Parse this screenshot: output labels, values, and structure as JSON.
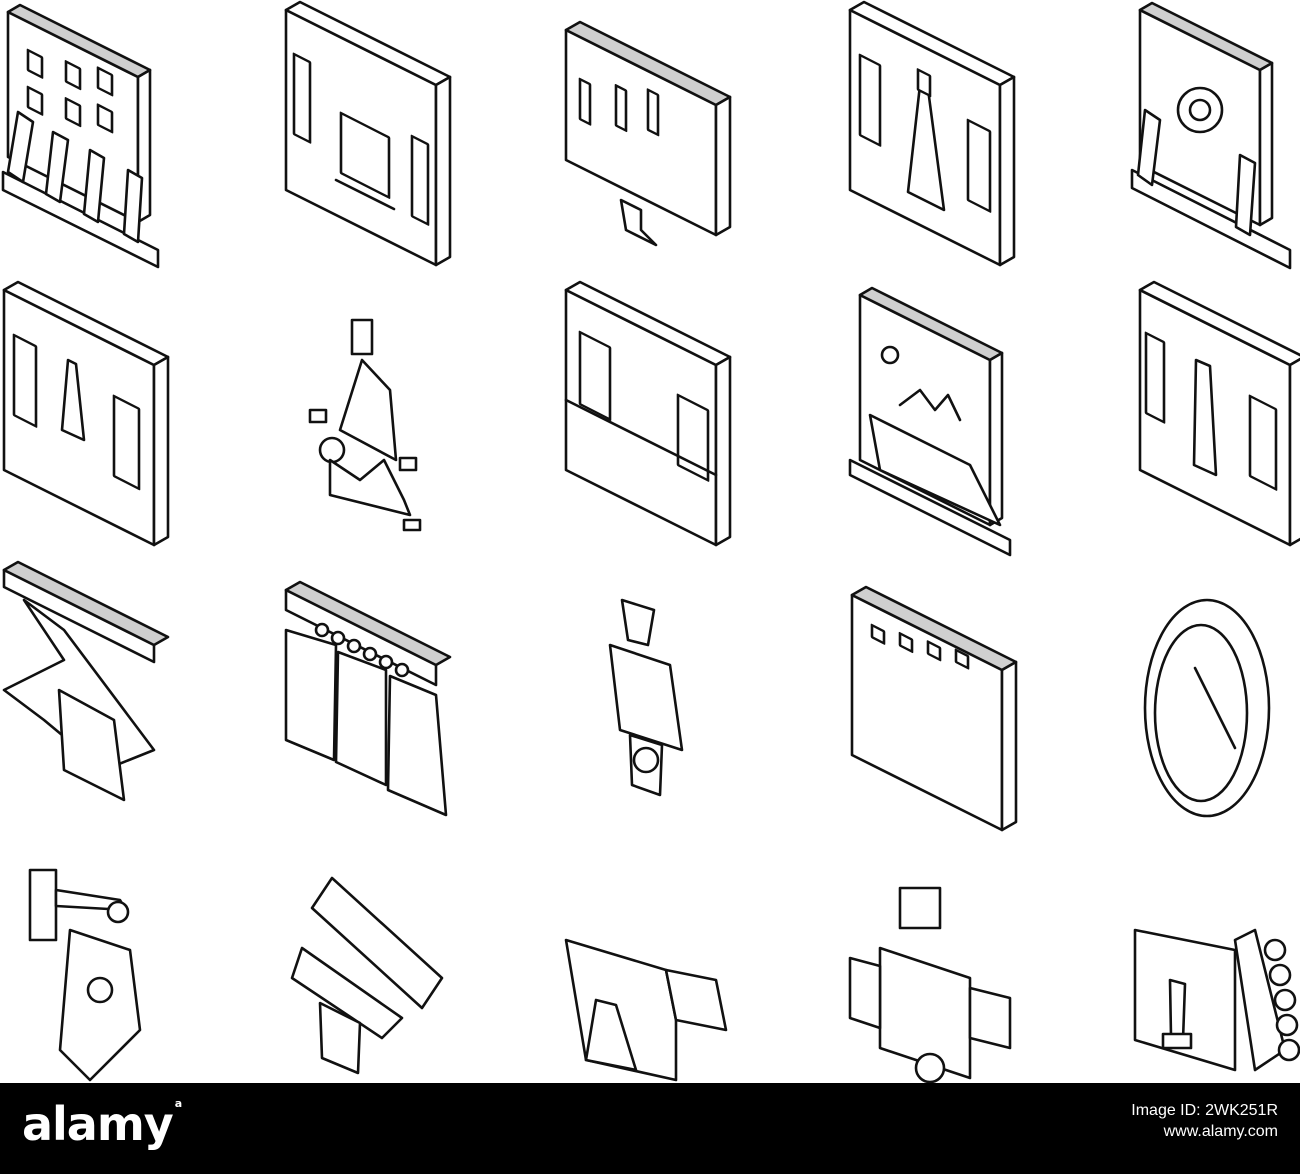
{
  "icons": [
    {
      "name": "hotel-curtains-icon"
    },
    {
      "name": "wall-panel-tv-icon"
    },
    {
      "name": "monitor-curtains-icon"
    },
    {
      "name": "window-curtain-clip-icon"
    },
    {
      "name": "curtain-gear-icon"
    },
    {
      "name": "window-pair-curtain-icon"
    },
    {
      "name": "curtain-tieback-icon"
    },
    {
      "name": "double-window-icon"
    },
    {
      "name": "picture-window-icon"
    },
    {
      "name": "curtain-rail-icon"
    },
    {
      "name": "draped-rod-icon"
    },
    {
      "name": "pleated-curtain-icon"
    },
    {
      "name": "curtain-holder-icon"
    },
    {
      "name": "valance-curtain-icon"
    },
    {
      "name": "curtain-ring-icon"
    },
    {
      "name": "wall-bracket-icon"
    },
    {
      "name": "rod-mount-icon"
    },
    {
      "name": "curtain-hook-icon"
    },
    {
      "name": "curtain-clamp-icon"
    },
    {
      "name": "track-glider-icon"
    }
  ],
  "footer": {
    "brand": "alamy",
    "image_id": "Image ID: 2WK251R",
    "site": "www.alamy.com"
  }
}
